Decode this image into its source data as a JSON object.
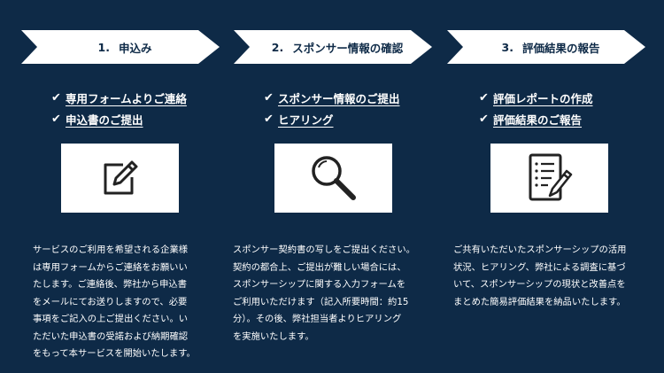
{
  "steps": [
    {
      "num": "1.",
      "title": "申込み",
      "checks": [
        "専用フォームよりご連絡",
        "申込書のご提出"
      ],
      "icon": "edit-icon",
      "desc": [
        "サービスのご利用を希望される企業様",
        "は専用フォームからご連絡をお願いい",
        "たします。ご連絡後、弊社から申込書",
        "をメールにてお送りしますので、必要",
        "事項をご記入の上ご提出ください。い",
        "ただいた申込書の受諾および納期確認",
        "をもって本サービスを開始いたします。"
      ]
    },
    {
      "num": "2.",
      "title": "スポンサー情報の確認",
      "checks": [
        "スポンサー情報のご提出",
        "ヒアリング"
      ],
      "icon": "magnifier-icon",
      "desc": [
        "スポンサー契約書の写しをご提出ください。",
        "契約の都合上、ご提出が難しい場合には、",
        "スポンサーシップに関する入力フォームを",
        "ご利用いただけます（記入所要時間：約15",
        "分）。その後、弊社担当者よりヒアリング",
        "を実施いたします。"
      ]
    },
    {
      "num": "3.",
      "title": "評価結果の報告",
      "checks": [
        "評価レポートの作成",
        "評価結果のご報告"
      ],
      "icon": "report-icon",
      "desc": [
        "ご共有いただいたスポンサーシップの活用",
        "状況、ヒアリング、弊社による調査に基づ",
        "いて、スポンサーシップの現状と改善点を",
        "まとめた簡易評価結果を納品いたします。"
      ]
    }
  ],
  "check_mark": "✔",
  "colors": {
    "background": "#0e2a47",
    "panel": "#ffffff",
    "icon": "#222222"
  }
}
